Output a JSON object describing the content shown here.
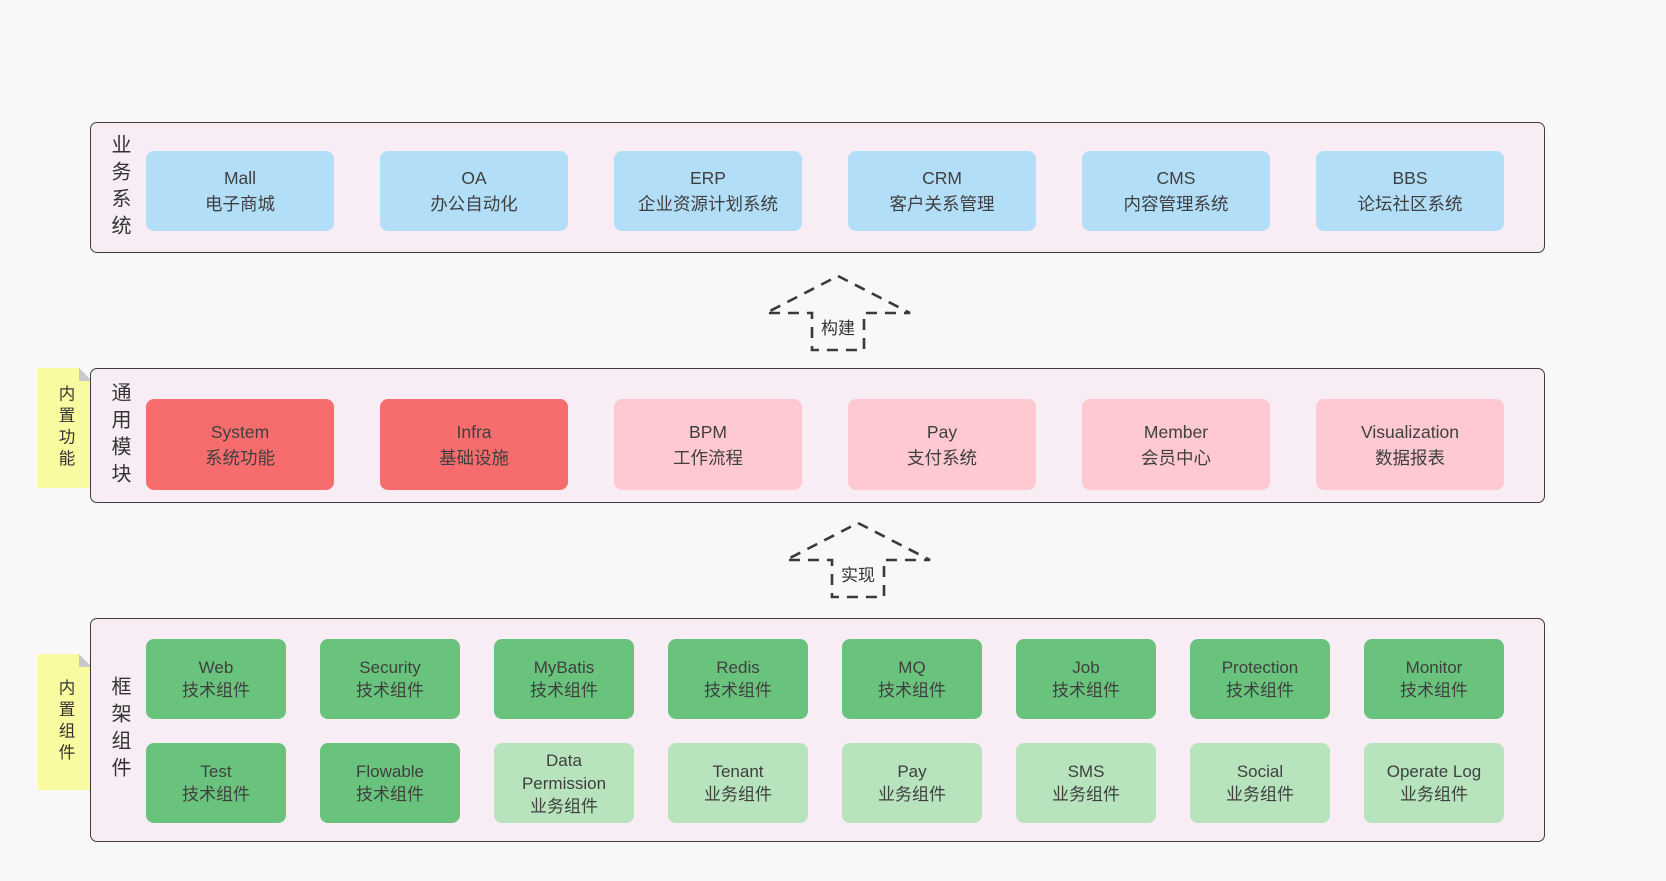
{
  "colors": {
    "page_bg": "#f8f8f8",
    "band_bg": "#f8edf5",
    "band_border": "#3d3d3d",
    "blue_box": "#b3def8",
    "red_box": "#f76d6d",
    "pink_box": "#fec9d1",
    "green_box": "#6ac37c",
    "light_green_box": "#b7e3bd",
    "note_yellow": "#fafaa0",
    "note_fold": "#c9c9c9",
    "text": "#3f3f3f"
  },
  "bands": [
    {
      "label": "业务系统",
      "boxes": [
        {
          "name": "Mall",
          "desc": "电子商城"
        },
        {
          "name": "OA",
          "desc": "办公自动化"
        },
        {
          "name": "ERP",
          "desc": "企业资源计划系统"
        },
        {
          "name": "CRM",
          "desc": "客户关系管理"
        },
        {
          "name": "CMS",
          "desc": "内容管理系统"
        },
        {
          "name": "BBS",
          "desc": "论坛社区系统"
        }
      ]
    },
    {
      "label": "通用模块",
      "note": "内置功能",
      "boxes": [
        {
          "name": "System",
          "desc": "系统功能"
        },
        {
          "name": "Infra",
          "desc": "基础设施"
        },
        {
          "name": "BPM",
          "desc": "工作流程"
        },
        {
          "name": "Pay",
          "desc": "支付系统"
        },
        {
          "name": "Member",
          "desc": "会员中心"
        },
        {
          "name": "Visualization",
          "desc": "数据报表"
        }
      ]
    },
    {
      "label": "框架组件",
      "note": "内置组件",
      "rows": [
        [
          {
            "name": "Web",
            "desc": "技术组件"
          },
          {
            "name": "Security",
            "desc": "技术组件"
          },
          {
            "name": "MyBatis",
            "desc": "技术组件"
          },
          {
            "name": "Redis",
            "desc": "技术组件"
          },
          {
            "name": "MQ",
            "desc": "技术组件"
          },
          {
            "name": "Job",
            "desc": "技术组件"
          },
          {
            "name": "Protection",
            "desc": "技术组件"
          },
          {
            "name": "Monitor",
            "desc": "技术组件"
          }
        ],
        [
          {
            "name": "Test",
            "desc": "技术组件"
          },
          {
            "name": "Flowable",
            "desc": "技术组件"
          },
          {
            "name": "Data Permission",
            "desc": "业务组件"
          },
          {
            "name": "Tenant",
            "desc": "业务组件"
          },
          {
            "name": "Pay",
            "desc": "业务组件"
          },
          {
            "name": "SMS",
            "desc": "业务组件"
          },
          {
            "name": "Social",
            "desc": "业务组件"
          },
          {
            "name": "Operate Log",
            "desc": "业务组件"
          }
        ]
      ]
    }
  ],
  "arrows": [
    {
      "label": "构建"
    },
    {
      "label": "实现"
    }
  ]
}
